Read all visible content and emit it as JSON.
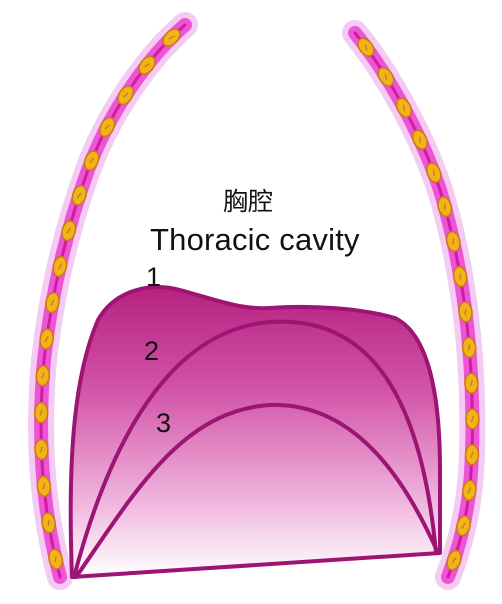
{
  "labels": {
    "cavity_cn": "胸腔",
    "cavity_en": "Thoracic cavity",
    "position_1": "1",
    "position_2": "2",
    "position_3": "3"
  },
  "colors": {
    "rib_outer": "#f0c8f2",
    "rib_main": "#ee4fd8",
    "rib_core": "#d81fa8",
    "rib_bead": "#f2b21a",
    "rib_bead_outline": "#c8781a",
    "diaphragm_top": "#c2268f",
    "diaphragm_bottom": "#ffffff",
    "diaphragm_line": "#9c1574"
  },
  "icons": {
    "left_rib": "left-rib-icon",
    "right_rib": "right-rib-icon",
    "diaphragm": "diaphragm-dome-icon"
  }
}
